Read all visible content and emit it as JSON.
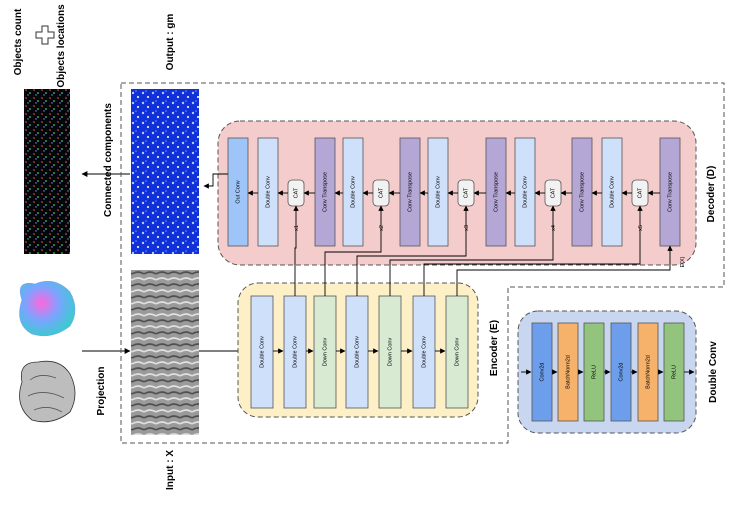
{
  "labels": {
    "objects_count": "Objects count",
    "objects_locations": "Objects locations",
    "output": "Output : gm",
    "connected_components": "Connected components",
    "projection": "Projection",
    "input": "Input : X",
    "decoder": "Decoder (D)",
    "encoder": "Encoder (E)",
    "double_conv_title": "Double Conv",
    "ex": "E(X)"
  },
  "blocks": {
    "out_conv": "Out Conv",
    "double_conv": "Double Conv",
    "conv_transpose": "Conv Transpose",
    "down_conv": "Down Conv",
    "cat": "CAT",
    "conv2d": "Conv2d",
    "batchnorm2d": "BatchNorm2d",
    "relu": "ReLU"
  },
  "skips": [
    "x1",
    "x2",
    "x3",
    "x4",
    "x5"
  ],
  "colors": {
    "decoder_bg": "#f4cccc",
    "encoder_bg": "#fdf0c7",
    "doubleconv_bg": "#c9d6f0",
    "double_conv_block": "#cfe0fb",
    "conv_transpose_block": "#b4a7d6",
    "out_conv_block": "#9fc5f8",
    "down_conv_block": "#d9ead3",
    "conv2d_block": "#6d9eeb",
    "batchnorm_block": "#f6b26b",
    "relu_block": "#93c47d"
  }
}
